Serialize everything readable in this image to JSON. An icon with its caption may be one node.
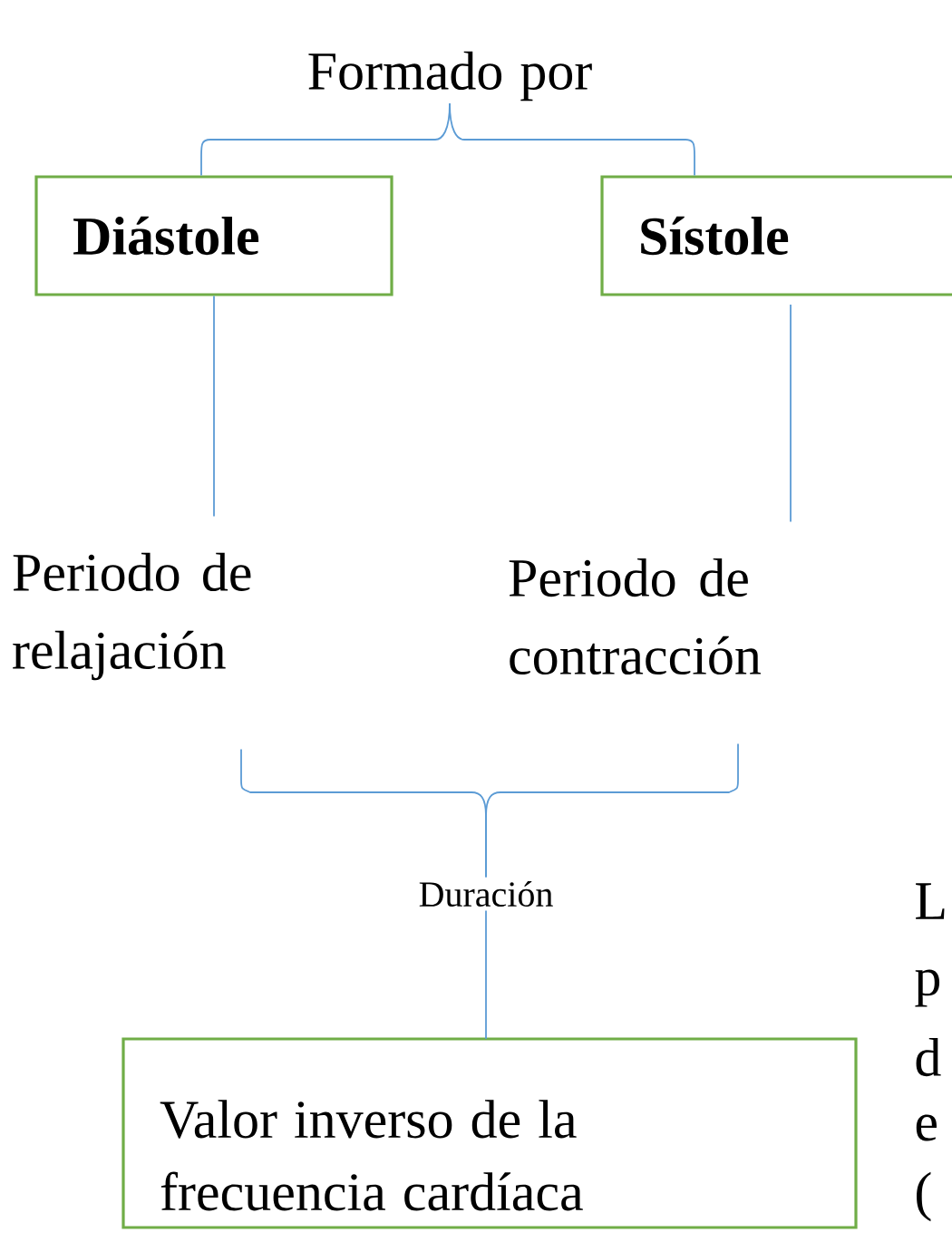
{
  "diagram": {
    "nodes": [
      {
        "text": [
          "Formado por"
        ]
      },
      {
        "text": [
          "Diástole"
        ]
      },
      {
        "text": [
          "Sístole"
        ]
      },
      {
        "text": [
          "Periodo de relajación"
        ]
      },
      {
        "text": [
          "Periodo de contracción"
        ]
      },
      {
        "text": [
          "Duración"
        ]
      },
      {
        "text": [
          "Valor inverso de la frecuencia cardíaca"
        ]
      }
    ],
    "edges": [
      {
        "from": 0,
        "to": 1,
        "arrow": "none"
      },
      {
        "from": 0,
        "to": 2,
        "arrow": "none"
      },
      {
        "from": 1,
        "to": 3,
        "arrow": "none"
      },
      {
        "from": 2,
        "to": 4,
        "arrow": "none"
      },
      {
        "from": 3,
        "to": 5,
        "arrow": "none"
      },
      {
        "from": 4,
        "to": 5,
        "arrow": "none"
      },
      {
        "from": 5,
        "to": 6,
        "arrow": "none"
      }
    ],
    "labels": [
      "L",
      "p",
      "d",
      "e",
      "("
    ]
  }
}
